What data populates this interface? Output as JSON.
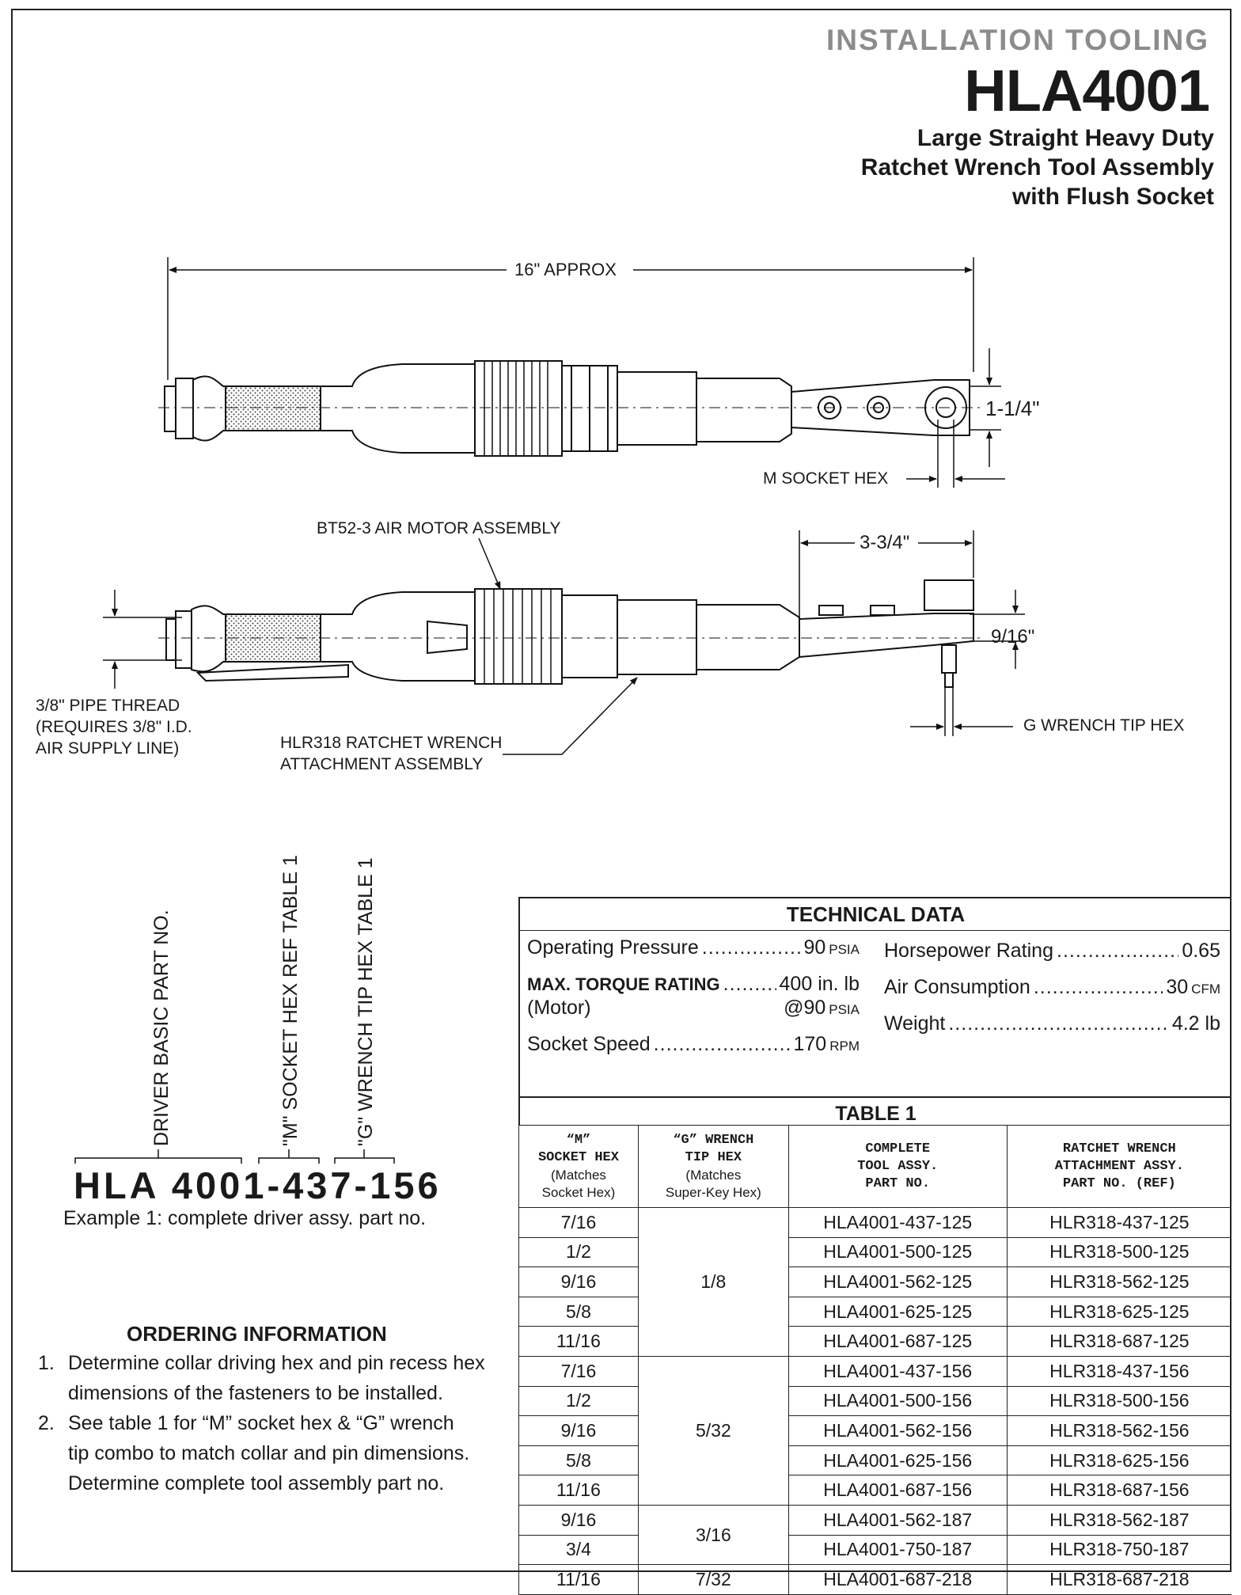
{
  "header": {
    "category": "INSTALLATION TOOLING",
    "model": "HLA4001",
    "subtitle_lines": [
      "Large Straight Heavy Duty",
      "Ratchet Wrench Tool Assembly",
      "with Flush Socket"
    ]
  },
  "diagram_labels": {
    "length": "16\" APPROX",
    "head_width": "1-1/4\"",
    "m_socket_hex": "M SOCKET HEX",
    "motor": "BT52-3 AIR MOTOR ASSEMBLY",
    "reach": "3-3/4\"",
    "height": "9/16\"",
    "pipe_thread_lines": [
      "3/8\" PIPE THREAD",
      "(REQUIRES 3/8\" I.D.",
      "AIR SUPPLY LINE)"
    ],
    "ratchet_attachment_lines": [
      "HLR318 RATCHET WRENCH",
      "ATTACHMENT ASSEMBLY"
    ],
    "g_wrench_tip_hex": "G WRENCH TIP HEX"
  },
  "part_number_example": {
    "callouts": [
      "DRIVER BASIC PART NO.",
      "\"M\" SOCKET HEX REF TABLE 1",
      "\"G\" WRENCH TIP HEX TABLE 1"
    ],
    "base": "HLA 4001",
    "sep1": "-",
    "m_code": "437",
    "sep2": "-",
    "g_code": "156",
    "caption": "Example 1: complete driver assy. part no."
  },
  "ordering": {
    "title": "ORDERING INFORMATION",
    "items": [
      {
        "num": "1.",
        "lines": [
          "Determine collar driving hex and pin recess hex",
          "dimensions of the fasteners to be installed."
        ]
      },
      {
        "num": "2.",
        "lines": [
          "See table 1 for “M” socket hex & “G” wrench",
          "tip combo to match collar and pin dimensions.",
          "Determine complete tool assembly part no."
        ]
      }
    ]
  },
  "technical_data": {
    "title": "TECHNICAL DATA",
    "left": [
      {
        "label": "Operating Pressure",
        "value": "90",
        "unit": "PSIA"
      },
      {
        "label": "MAX. TORQUE RATING",
        "value": "400 in. lb",
        "unit": ""
      },
      {
        "label": "(Motor)",
        "value": "@90",
        "unit": "PSIA"
      },
      {
        "label": "Socket Speed",
        "value": "170",
        "unit": "RPM"
      }
    ],
    "right": [
      {
        "label": "Horsepower Rating",
        "value": "0.65",
        "unit": ""
      },
      {
        "label": "Air Consumption",
        "value": "30",
        "unit": "CFM"
      },
      {
        "label": "Weight",
        "value": "4.2 lb",
        "unit": ""
      }
    ]
  },
  "table1": {
    "title": "TABLE 1",
    "headers": [
      {
        "main": [
          "“M”",
          "SOCKET HEX"
        ],
        "sub": [
          "(Matches",
          "Socket Hex)"
        ]
      },
      {
        "main": [
          "“G” WRENCH",
          "TIP HEX"
        ],
        "sub": [
          "(Matches",
          "Super-Key Hex)"
        ]
      },
      {
        "main": [
          "COMPLETE",
          "TOOL ASSY.",
          "PART NO."
        ],
        "sub": []
      },
      {
        "main": [
          "RATCHET WRENCH",
          "ATTACHMENT ASSY.",
          "PART NO. (REF)"
        ],
        "sub": []
      }
    ],
    "groups": [
      {
        "g": "1/8",
        "rows": [
          [
            "7/16",
            "HLA4001-437-125",
            "HLR318-437-125"
          ],
          [
            "1/2",
            "HLA4001-500-125",
            "HLR318-500-125"
          ],
          [
            "9/16",
            "HLA4001-562-125",
            "HLR318-562-125"
          ],
          [
            "5/8",
            "HLA4001-625-125",
            "HLR318-625-125"
          ],
          [
            "11/16",
            "HLA4001-687-125",
            "HLR318-687-125"
          ]
        ]
      },
      {
        "g": "5/32",
        "rows": [
          [
            "7/16",
            "HLA4001-437-156",
            "HLR318-437-156"
          ],
          [
            "1/2",
            "HLA4001-500-156",
            "HLR318-500-156"
          ],
          [
            "9/16",
            "HLA4001-562-156",
            "HLR318-562-156"
          ],
          [
            "5/8",
            "HLA4001-625-156",
            "HLR318-625-156"
          ],
          [
            "11/16",
            "HLA4001-687-156",
            "HLR318-687-156"
          ]
        ]
      },
      {
        "g": "3/16",
        "rows": [
          [
            "9/16",
            "HLA4001-562-187",
            "HLR318-562-187"
          ],
          [
            "3/4",
            "HLA4001-750-187",
            "HLR318-750-187"
          ]
        ]
      },
      {
        "g": "7/32",
        "rows": [
          [
            "11/16",
            "HLA4001-687-218",
            "HLR318-687-218"
          ]
        ]
      }
    ]
  }
}
